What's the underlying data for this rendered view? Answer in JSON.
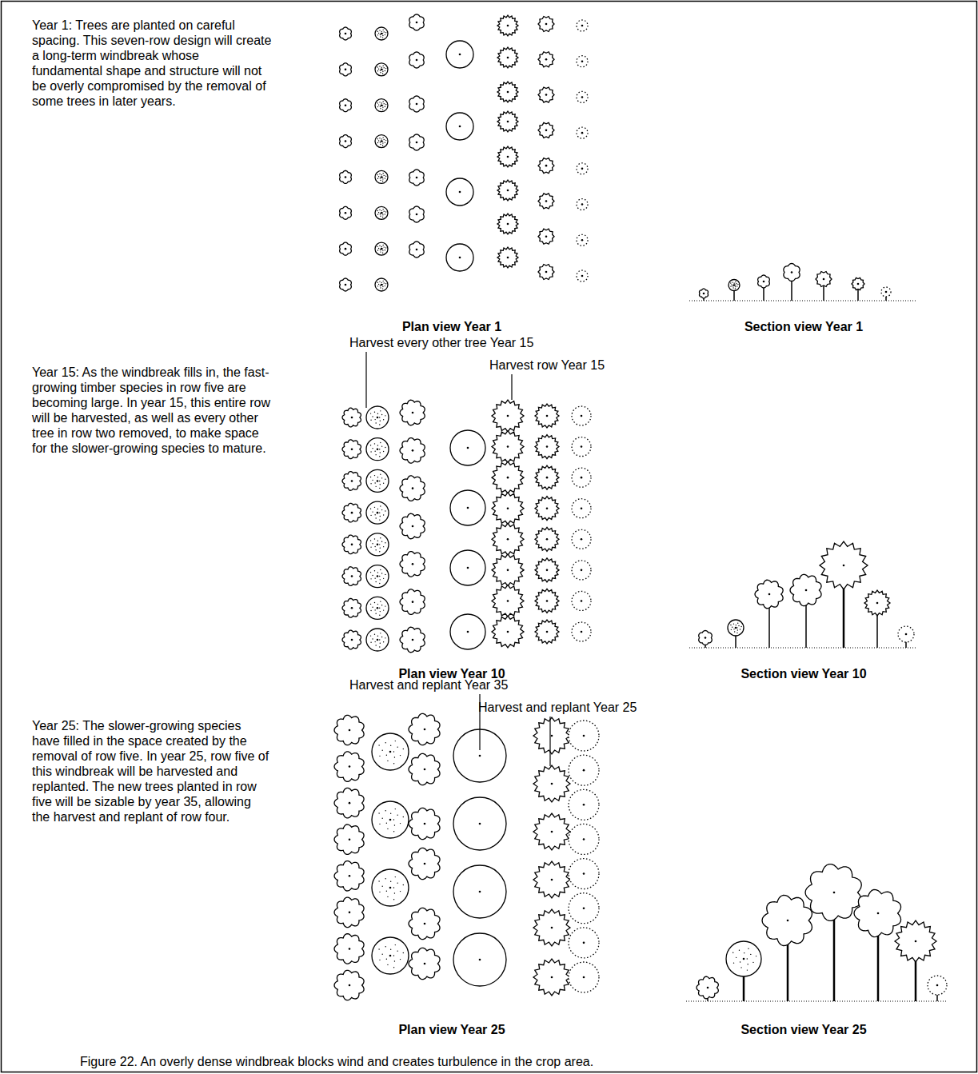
{
  "diagram": {
    "caption": "Figure 22. An overly dense windbreak blocks wind and creates turbulence in the crop area.",
    "labels": [
      "Year 1: Trees are planted on careful spacing. This seven-row design will create a long-term windbreak whose fundamental shape and structure will not be overly compromised by the removal of some trees in later years.",
      "Plan view Year 1",
      "Section view Year 1",
      "Harvest every other tree Year 15",
      "Harvest row Year 15",
      "Year 15: As the windbreak fills in, the fast-growing timber species in row five are becoming large. In year 15, this entire row will be harvested, as well as every other tree in row two removed, to make space for the slower-growing species to mature.",
      "Plan view Year 10",
      "Section view Year 10",
      "Harvest and replant Year 35",
      "Harvest and replant Year 25",
      "Year 25: The slower-growing species have filled in the space created by the removal of row five. In year 25, row five of this windbreak will be harvested and replanted. The new trees planted in row five will be sizable by year 35, allowing the harvest and replant of row four.",
      "Plan view Year 25",
      "Section view Year 25"
    ]
  }
}
